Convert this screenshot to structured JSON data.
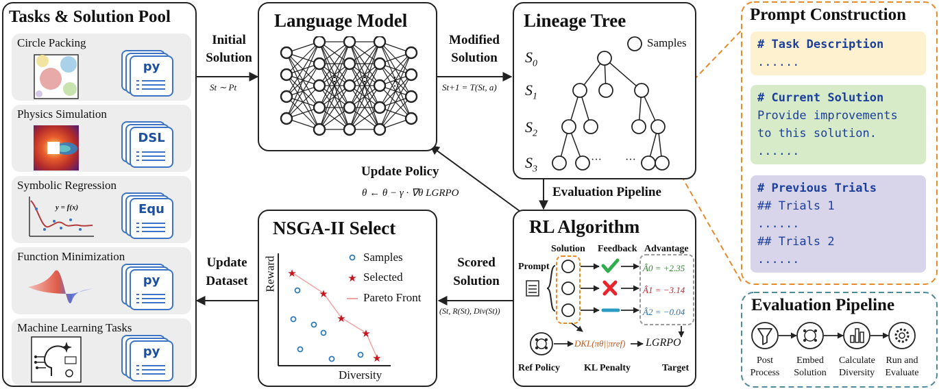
{
  "pool": {
    "title": "Tasks & Solution Pool",
    "tasks": [
      {
        "name": "Circle Packing",
        "file": "py"
      },
      {
        "name": "Physics Simulation",
        "file": "DSL"
      },
      {
        "name": "Symbolic Regression",
        "file": "Equ",
        "formula": "y = f(x)"
      },
      {
        "name": "Function Minimization",
        "file": "py"
      },
      {
        "name": "Machine Learning Tasks",
        "file": "py"
      }
    ]
  },
  "language_model": {
    "title": "Language Model"
  },
  "lineage": {
    "title": "Lineage Tree",
    "legend": "Samples",
    "levels": [
      "S0",
      "S1",
      "S2",
      "S3"
    ],
    "dots": "···"
  },
  "nsga": {
    "title": "NSGA-II Select",
    "y_label": "Reward",
    "x_label": "Diversity",
    "legend": [
      "Samples",
      "Selected",
      "Pareto Front"
    ]
  },
  "rl": {
    "title": "RL Algorithm",
    "columns": [
      "Solution",
      "Feedback",
      "Advantage"
    ],
    "prompt_label": "Prompt",
    "advantages": [
      "Â0 = +2.35",
      "Â1 = −3.14",
      "Â2 = −0.04"
    ],
    "kl_formula": "DKL(πθ||πref)",
    "target_formula": "LGRPO",
    "ref_policy": "Ref Policy",
    "kl_penalty": "KL Penalty",
    "target": "Target"
  },
  "prompt": {
    "title": "Prompt Construction",
    "task": {
      "header": "# Task Description",
      "body": "......"
    },
    "current": {
      "header": "# Current Solution",
      "lines": [
        "Provide improvements",
        "to this solution.",
        "......"
      ]
    },
    "previous": {
      "header": "# Previous Trials",
      "lines": [
        "## Trials 1",
        "......",
        "## Trials 2",
        "......"
      ]
    }
  },
  "eval": {
    "title": "Evaluation Pipeline",
    "steps": [
      {
        "top": "Post",
        "bottom": "Process"
      },
      {
        "top": "Embed",
        "bottom": "Solution"
      },
      {
        "top": "Calculate",
        "bottom": "Diversity"
      },
      {
        "top": "Run and",
        "bottom": "Evaluate"
      }
    ]
  },
  "arrows": {
    "initial_solution": [
      "Initial",
      "Solution"
    ],
    "initial_formula": "St ∼ Pt",
    "modified_solution": [
      "Modified",
      "Solution"
    ],
    "modified_formula": "St+1 = T(St, a)",
    "update_policy": "Update Policy",
    "update_formula": "θ ← θ − γ · ∇θ LGRPO",
    "evaluation_pipeline": "Evaluation Pipeline",
    "scored_solution": [
      "Scored",
      "Solution"
    ],
    "scored_formula": "(St, R(St), Div(St))",
    "update_dataset": [
      "Update",
      "Dataset"
    ]
  },
  "colors": {
    "blue": "#3b73c4",
    "orange_dash": "#e58a2a",
    "teal_dash": "#4c8a9c",
    "yellow": "#fdf1cf",
    "green": "#d8ebc9",
    "purple": "#d8d4ea",
    "red": "#e8262c",
    "check": "#2eae4e"
  }
}
